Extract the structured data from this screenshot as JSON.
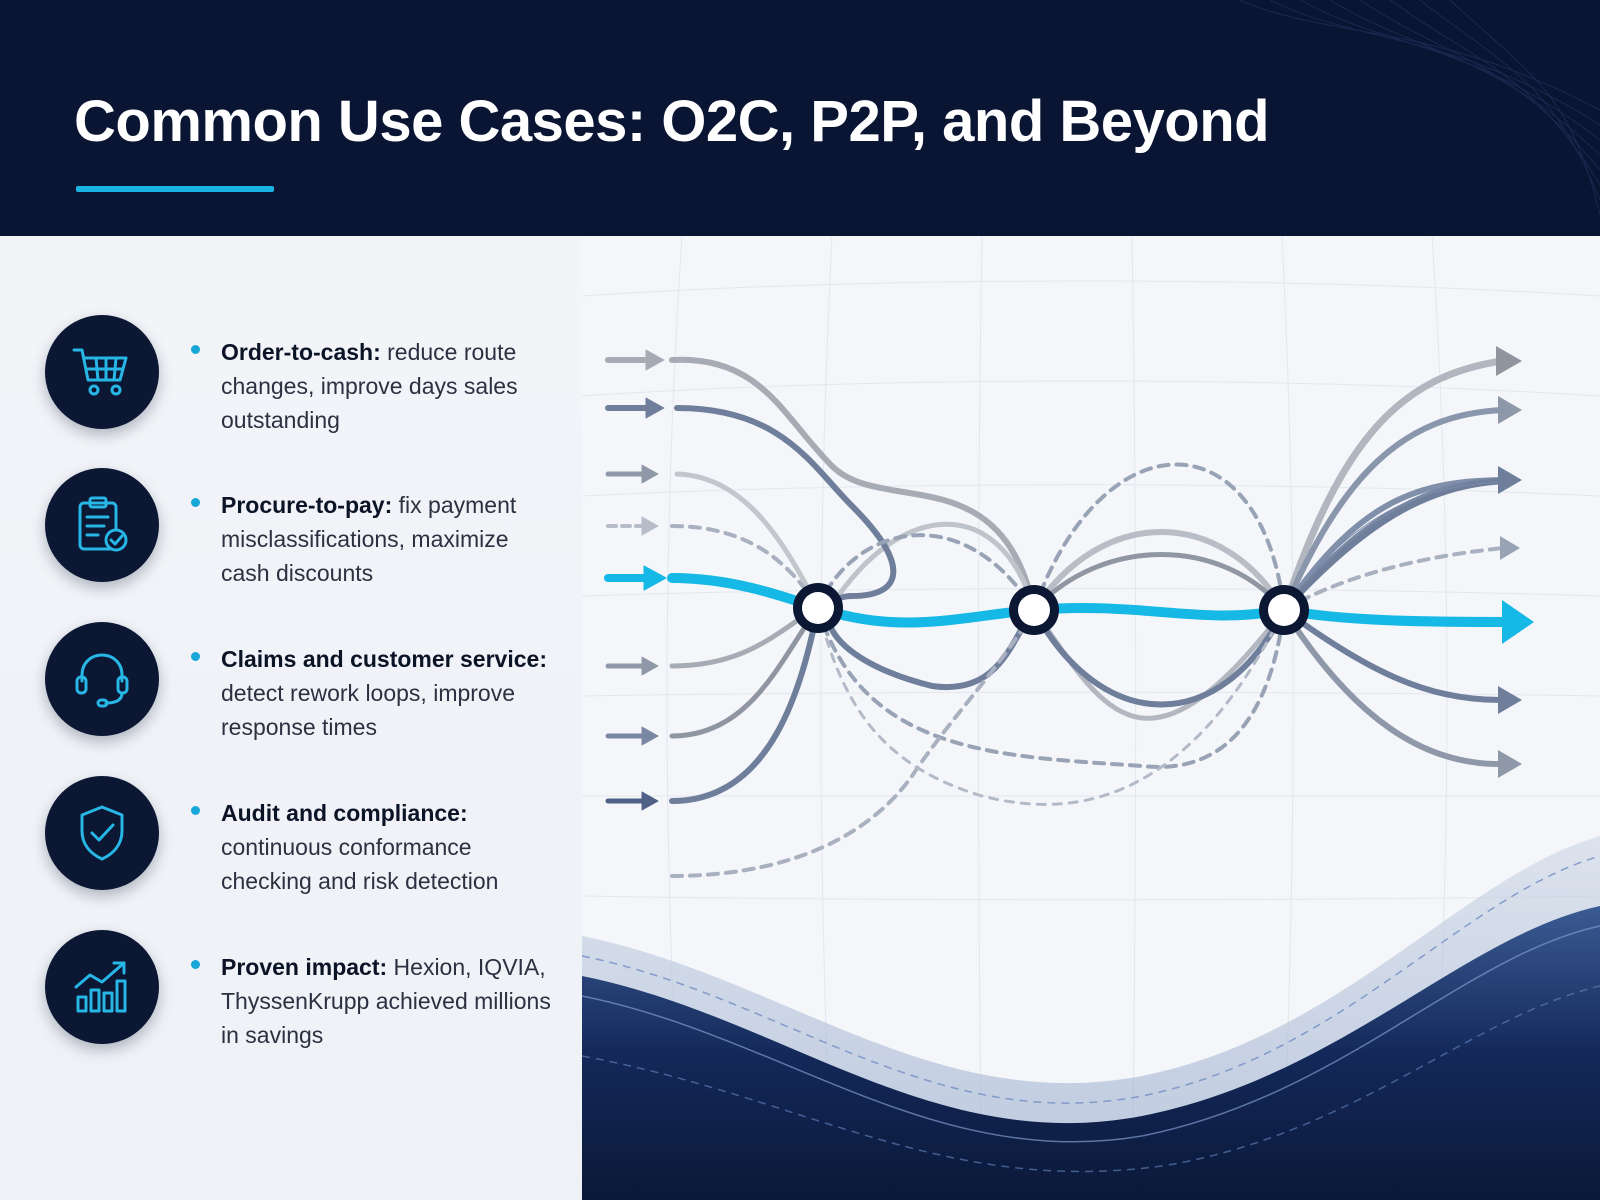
{
  "title": "Common Use Cases: O2C, P2P, and Beyond",
  "colors": {
    "header_bg": "#0a1433",
    "accent": "#19b3e3",
    "icon_bg": "#0b1733",
    "icon_stroke": "#27b6e6",
    "flow_gray": "#9aa0aa",
    "flow_steel": "#6d7f9e",
    "wave_dark": "#0c1d45"
  },
  "use_cases": [
    {
      "icon": "shopping-cart-icon",
      "label": "Order-to-cash:",
      "text": "reduce route changes, improve days sales outstanding"
    },
    {
      "icon": "clipboard-check-icon",
      "label": "Procure-to-pay:",
      "text": "fix payment misclassifications, maximize cash discounts"
    },
    {
      "icon": "headset-icon",
      "label": "Claims and customer service:",
      "text": "detect rework loops, improve response times"
    },
    {
      "icon": "shield-check-icon",
      "label": "Audit and compliance:",
      "text": "continuous conformance checking and risk detection"
    },
    {
      "icon": "growth-chart-icon",
      "label": "Proven impact:",
      "text": "Hexion, IQVIA, ThyssenKrupp achieved millions in savings"
    }
  ]
}
